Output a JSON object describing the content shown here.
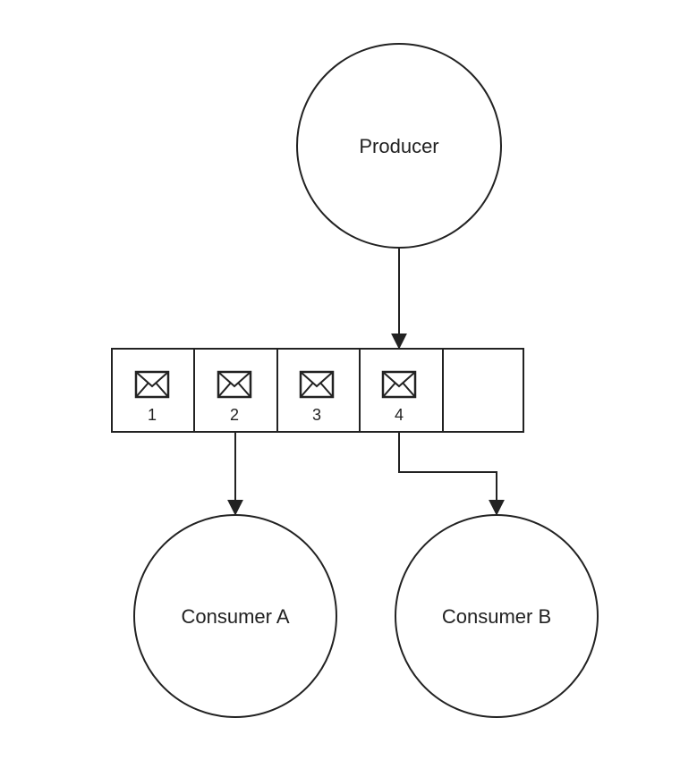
{
  "diagram": {
    "nodes": {
      "producer": {
        "label": "Producer"
      },
      "consumer_a": {
        "label": "Consumer A"
      },
      "consumer_b": {
        "label": "Consumer B"
      }
    },
    "queue": {
      "slots": [
        {
          "label": "1",
          "icon": "envelope-icon"
        },
        {
          "label": "2",
          "icon": "envelope-icon"
        },
        {
          "label": "3",
          "icon": "envelope-icon"
        },
        {
          "label": "4",
          "icon": "envelope-icon"
        },
        {
          "label": "",
          "icon": ""
        }
      ]
    },
    "colors": {
      "stroke": "#222222",
      "background": "#ffffff"
    }
  }
}
